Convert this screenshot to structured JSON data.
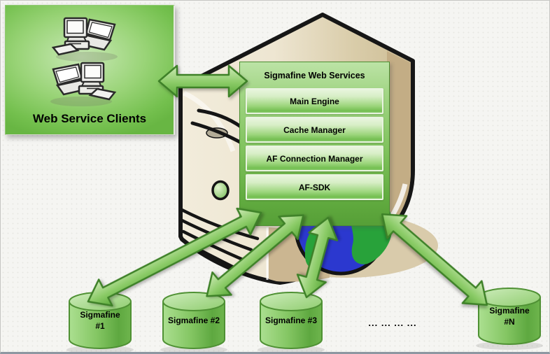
{
  "clients": {
    "label": "Web Service Clients"
  },
  "server": {
    "header": "Sigmafine Web Services",
    "modules": [
      "Main Engine",
      "Cache Manager",
      "AF Connection Manager",
      "AF-SDK"
    ]
  },
  "databases": [
    {
      "line1": "Sigmafine",
      "line2": "#1"
    },
    {
      "line1": "Sigmafine #2",
      "line2": ""
    },
    {
      "line1": "Sigmafine #3",
      "line2": ""
    },
    {
      "line1": "Sigmafine",
      "line2": "#N"
    }
  ],
  "ellipsis": "... ... ... ...",
  "colors": {
    "accent_green": "#6cba48",
    "panel_green": "#5aa53a",
    "module_border": "#e9f4e0",
    "server_beige": "#e7ddc5",
    "server_side_tan": "#c3ad85",
    "globe_ocean_blue": "#2b38cf",
    "globe_continent_green": "#28a23a",
    "arrow_green": "#8bcb67",
    "arrow_stroke": "#3e8128",
    "background": "#f5f5f2",
    "bottom_border": "#8d97a1",
    "outline_black": "#161616"
  }
}
